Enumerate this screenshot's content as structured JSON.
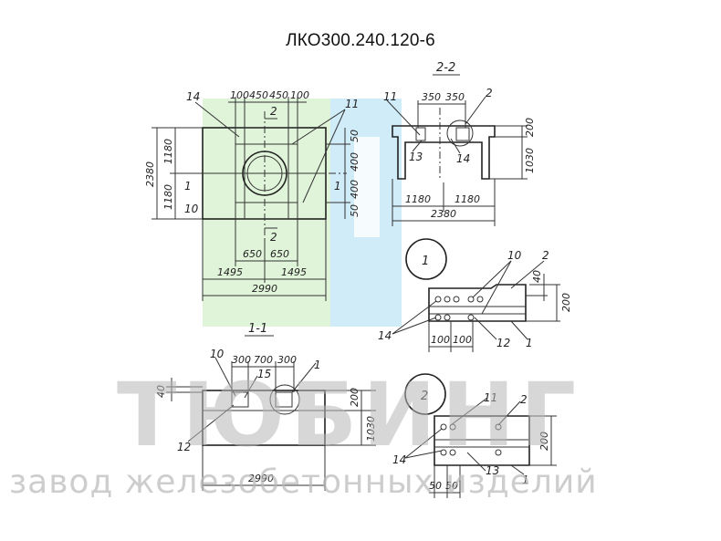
{
  "title": "ЛКО300.240.120-6",
  "watermark": {
    "brand": "ТЮБИНГ",
    "tagline": "завод железобетонных изделий"
  },
  "colors": {
    "logo_green": "#d8f1cf",
    "logo_blue": "#c8e9f8",
    "line": "#333333"
  },
  "plan": {
    "dims_top": [
      "100",
      "450",
      "450",
      "100"
    ],
    "dims_left": [
      "2380",
      "1180",
      "1180"
    ],
    "dims_right": [
      "50",
      "400",
      "400",
      "50"
    ],
    "dims_bottom_inner": [
      "650",
      "650"
    ],
    "dims_bottom_mid": [
      "1495",
      "1495"
    ],
    "dims_bottom_total": "2990",
    "callouts": {
      "c14": "14",
      "c11": "11",
      "c10": "10"
    },
    "section_marks": {
      "top": "2",
      "bottom": "2",
      "left": "1",
      "right": "1"
    }
  },
  "section22": {
    "label": "2-2",
    "dims_top": [
      "350",
      "350"
    ],
    "dims_right": [
      "200",
      "1030"
    ],
    "dims_bottom": [
      "1180",
      "1180"
    ],
    "dims_total": "2380",
    "callouts": {
      "c11": "11",
      "c2": "2",
      "c13": "13",
      "c14": "14"
    }
  },
  "detail1": {
    "marker": "1",
    "dims_right": [
      "40",
      "200"
    ],
    "dims_bottom": [
      "100",
      "100"
    ],
    "callouts": {
      "c10": "10",
      "c2": "2",
      "c14": "14",
      "c12": "12",
      "c1": "1"
    }
  },
  "section11": {
    "label": "1-1",
    "dims_top": [
      "300",
      "700",
      "300"
    ],
    "dims_left": "40",
    "dims_right": [
      "200",
      "1030"
    ],
    "dims_total": "2990",
    "callouts": {
      "c10": "10",
      "c15": "15",
      "c1": "1",
      "c12": "12"
    }
  },
  "detail2": {
    "marker": "2",
    "dims_right": "200",
    "dims_bottom": [
      "50",
      "50"
    ],
    "callouts": {
      "c11": "11",
      "c2": "2",
      "c14": "14",
      "c13": "13",
      "c1": "1"
    }
  }
}
